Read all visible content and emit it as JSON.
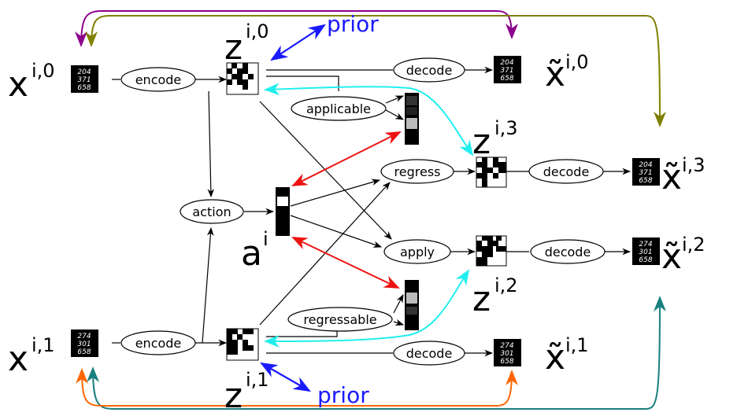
{
  "labels": {
    "x_i0": "x",
    "x_i0_sup": "i,0",
    "x_i1": "x",
    "x_i1_sup": "i,1",
    "z_i0": "z",
    "z_i0_sup": "i,0",
    "z_i1": "z",
    "z_i1_sup": "i,1",
    "z_i2": "z",
    "z_i2_sup": "i,2",
    "z_i3": "z",
    "z_i3_sup": "i,3",
    "a_i": "a",
    "a_i_sup": "i",
    "xt_0": "x̃",
    "xt_0_sup": "i,0",
    "xt_1": "x̃",
    "xt_1_sup": "i,1",
    "xt_2": "x̃",
    "xt_2_sup": "i,2",
    "xt_3": "x̃",
    "xt_3_sup": "i,3",
    "prior_top": "prior",
    "prior_bottom": "prior"
  },
  "ops": {
    "encode_top": "encode",
    "encode_bottom": "encode",
    "decode_0": "decode",
    "decode_1": "decode",
    "decode_2": "decode",
    "decode_3": "decode",
    "applicable": "applicable",
    "regressable": "regressable",
    "action": "action",
    "regress": "regress",
    "apply": "apply"
  },
  "digits": {
    "x0_rows": [
      "204",
      "371",
      "658"
    ],
    "x1_rows": [
      "274",
      "301",
      "658"
    ]
  },
  "colors": {
    "prior": "#1a1aff",
    "purple": "#8b008b",
    "olive": "#808000",
    "teal": "#1a8080",
    "orange": "#ff6600",
    "red": "#ee1111",
    "cyan": "#22eeee"
  }
}
